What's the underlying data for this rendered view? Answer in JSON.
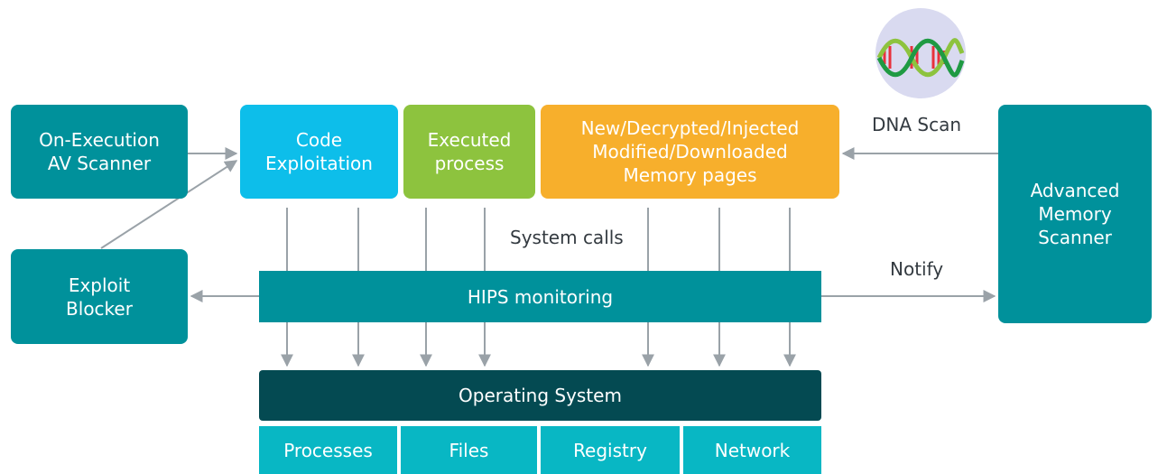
{
  "colors": {
    "teal": "#00919b",
    "code_blue": "#0dbeea",
    "process_green": "#8dc33e",
    "memory_orange": "#f7af2c",
    "os_dark": "#044a52",
    "os_sub": "#08b7c4",
    "arrow_gray": "#9aa2a8",
    "dna_circle": "#d9daf0"
  },
  "nodes": {
    "on_execution": "On-Execution\nAV Scanner",
    "exploit_blocker": "Exploit\nBlocker",
    "code_exploitation": "Code\nExploitation",
    "executed_process": "Executed\nprocess",
    "memory_pages": "New/Decrypted/Injected\nModified/Downloaded\nMemory pages",
    "advanced_scanner": "Advanced\nMemory\nScanner",
    "hips": "HIPS monitoring",
    "os": "Operating System"
  },
  "os_components": [
    "Processes",
    "Files",
    "Registry",
    "Network"
  ],
  "labels": {
    "system_calls": "System calls",
    "notify": "Notify",
    "dna_scan": "DNA Scan"
  },
  "icons": {
    "dna": "dna-helix-icon"
  }
}
